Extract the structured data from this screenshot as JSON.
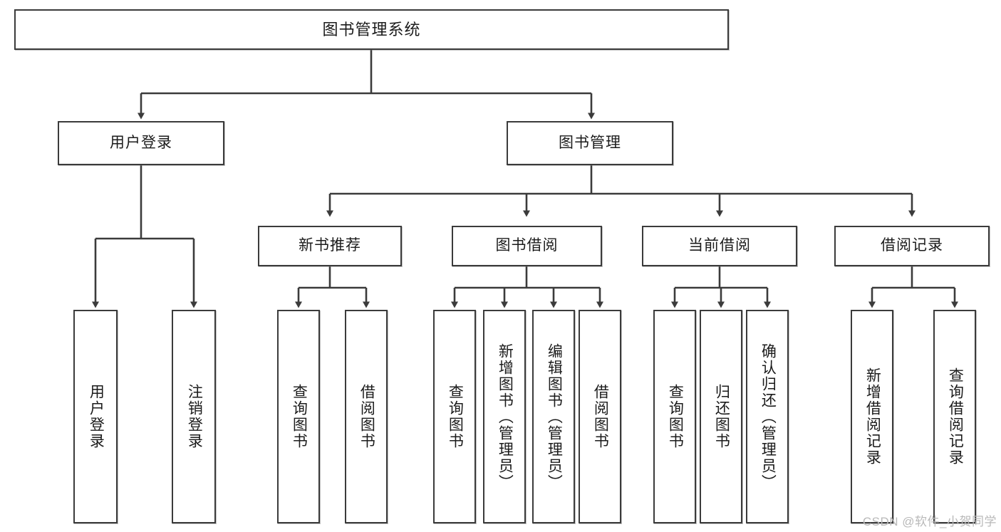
{
  "diagram": {
    "type": "tree",
    "title": "图书管理系统",
    "root": {
      "id": "root",
      "label": "图书管理系统"
    },
    "level2": [
      {
        "id": "user-login",
        "label": "用户登录"
      },
      {
        "id": "book-management",
        "label": "图书管理"
      }
    ],
    "level3": [
      {
        "id": "new-book-recommend",
        "label": "新书推荐",
        "parent": "book-management"
      },
      {
        "id": "book-borrow",
        "label": "图书借阅",
        "parent": "book-management"
      },
      {
        "id": "current-borrow",
        "label": "当前借阅",
        "parent": "book-management"
      },
      {
        "id": "borrow-record",
        "label": "借阅记录",
        "parent": "book-management"
      }
    ],
    "leaves": [
      {
        "id": "leaf-user-login",
        "label": "用户登录",
        "parent": "user-login"
      },
      {
        "id": "leaf-logout-login",
        "label": "注销登录",
        "parent": "user-login"
      },
      {
        "id": "leaf-query-book-1",
        "label": "查询图书",
        "parent": "new-book-recommend"
      },
      {
        "id": "leaf-borrow-book-1",
        "label": "借阅图书",
        "parent": "new-book-recommend"
      },
      {
        "id": "leaf-query-book-2",
        "label": "查询图书",
        "parent": "book-borrow"
      },
      {
        "id": "leaf-add-book",
        "label": "新增图书（管理员）",
        "parent": "book-borrow"
      },
      {
        "id": "leaf-edit-book",
        "label": "编辑图书（管理员）",
        "parent": "book-borrow"
      },
      {
        "id": "leaf-borrow-book-2",
        "label": "借阅图书",
        "parent": "book-borrow"
      },
      {
        "id": "leaf-query-book-3",
        "label": "查询图书",
        "parent": "current-borrow"
      },
      {
        "id": "leaf-return-book",
        "label": "归还图书",
        "parent": "current-borrow"
      },
      {
        "id": "leaf-confirm-return",
        "label": "确认归还（管理员）",
        "parent": "current-borrow"
      },
      {
        "id": "leaf-add-record",
        "label": "新增借阅记录",
        "parent": "borrow-record"
      },
      {
        "id": "leaf-query-record",
        "label": "查询借阅记录",
        "parent": "borrow-record"
      }
    ],
    "watermark": "CSDN @软件_小贺同学",
    "colors": {
      "stroke": "#3b3b3b",
      "fill": "#ffffff",
      "text": "#1b1b1b",
      "watermark": "#b9b9b9"
    }
  }
}
